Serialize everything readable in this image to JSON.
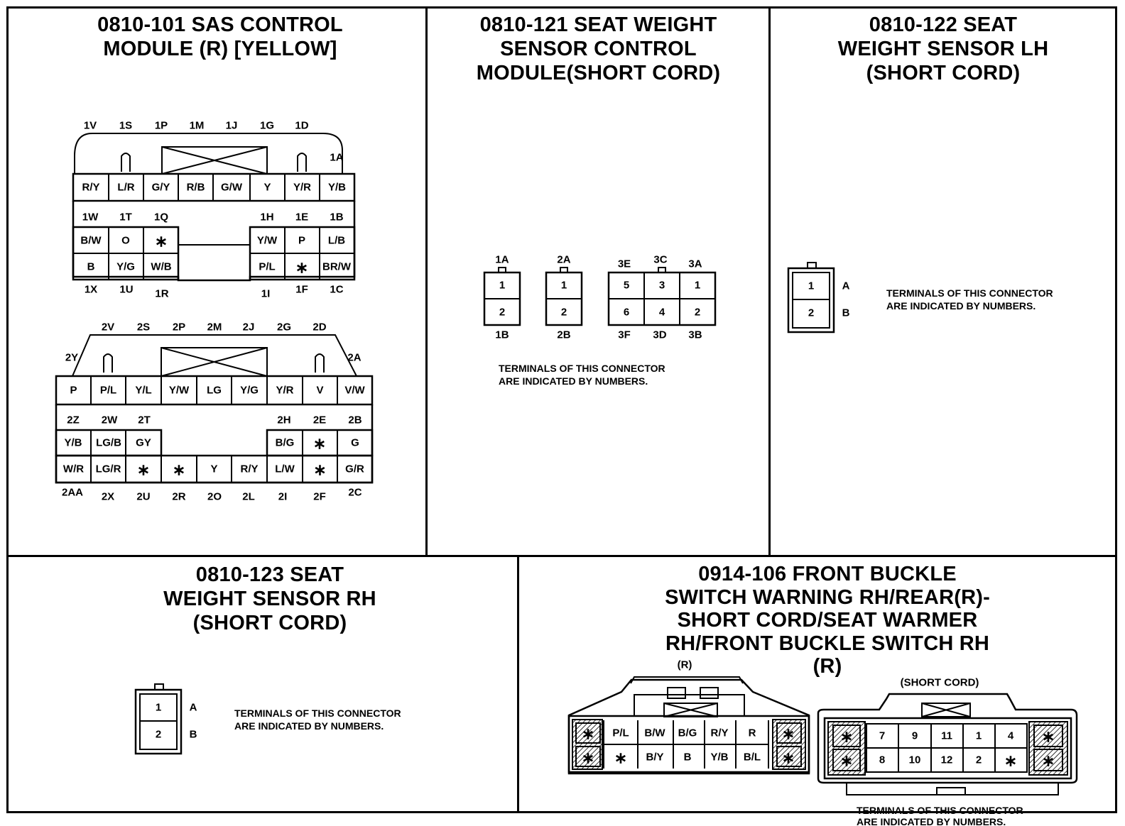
{
  "panels": {
    "p1": {
      "title": "0810-101 SAS CONTROL\nMODULE (R) [YELLOW]",
      "c1_top_pins": [
        "1V",
        "1S",
        "1P",
        "1M",
        "1J",
        "1G",
        "1D"
      ],
      "c1_pin_1A": "1A",
      "c1_row1": [
        "R/Y",
        "L/R",
        "G/Y",
        "R/B",
        "G/W",
        "Y",
        "Y/R",
        "Y/B"
      ],
      "c1_mid_left_pins": [
        "1W",
        "1T",
        "1Q"
      ],
      "c1_mid_right_pins": [
        "1H",
        "1E",
        "1B"
      ],
      "c1_row2_left": [
        "B/W",
        "O",
        "*"
      ],
      "c1_row2_right": [
        "Y/W",
        "P",
        "L/B"
      ],
      "c1_row3_left": [
        "B",
        "Y/G",
        "W/B"
      ],
      "c1_row3_right": [
        "P/L",
        "*",
        "BR/W"
      ],
      "c1_bottom_pins": [
        "1X",
        "1U",
        "1R",
        "1I",
        "1F",
        "1C"
      ],
      "c2_top_pins": [
        "2V",
        "2S",
        "2P",
        "2M",
        "2J",
        "2G",
        "2D"
      ],
      "c2_pin_2Y": "2Y",
      "c2_pin_2A": "2A",
      "c2_row1": [
        "P",
        "P/L",
        "Y/L",
        "Y/W",
        "LG",
        "Y/G",
        "Y/R",
        "V",
        "V/W"
      ],
      "c2_mid_left_pins": [
        "2Z",
        "2W",
        "2T"
      ],
      "c2_mid_right_pins": [
        "2H",
        "2E",
        "2B"
      ],
      "c2_row2_left": [
        "Y/B",
        "LG/B",
        "GY"
      ],
      "c2_row2_right": [
        "B/G",
        "*",
        "G"
      ],
      "c2_row3": [
        "W/R",
        "LG/R",
        "*",
        "*",
        "Y",
        "R/Y",
        "L/W",
        "*",
        "G/R"
      ],
      "c2_bottom_pins": [
        "2AA",
        "2X",
        "2U",
        "2R",
        "2O",
        "2L",
        "2I",
        "2F",
        "2C"
      ]
    },
    "p2": {
      "title": "0810-121 SEAT WEIGHT\nSENSOR CONTROL\nMODULE(SHORT CORD)",
      "conn1": {
        "top": "1A",
        "bottom": "1B",
        "cells": [
          "1",
          "2"
        ]
      },
      "conn2": {
        "top": "2A",
        "bottom": "2B",
        "cells": [
          "1",
          "2"
        ]
      },
      "conn3": {
        "top": [
          "3E",
          "3C",
          "3A"
        ],
        "bottom": [
          "3F",
          "3D",
          "3B"
        ],
        "cells_top": [
          "5",
          "3",
          "1"
        ],
        "cells_bottom": [
          "6",
          "4",
          "2"
        ]
      },
      "note_line1": "TERMINALS OF THIS CONNECTOR",
      "note_line2": "ARE INDICATED BY NUMBERS."
    },
    "p3": {
      "title": "0810-122 SEAT\nWEIGHT SENSOR LH\n(SHORT CORD)",
      "cells": [
        "1",
        "2"
      ],
      "side": [
        "A",
        "B"
      ],
      "note_line1": "TERMINALS OF THIS CONNECTOR",
      "note_line2": "ARE INDICATED BY NUMBERS."
    },
    "p4": {
      "title": "0810-123 SEAT\nWEIGHT SENSOR RH\n(SHORT CORD)",
      "cells": [
        "1",
        "2"
      ],
      "side": [
        "A",
        "B"
      ],
      "note_line1": "TERMINALS OF THIS CONNECTOR",
      "note_line2": "ARE INDICATED BY NUMBERS."
    },
    "p5": {
      "title": "0914-106 FRONT BUCKLE\nSWITCH WARNING RH/REAR(R)-\nSHORT CORD/SEAT WARMER\nRH/FRONT BUCKLE SWITCH RH\n(R)",
      "left_label": "(R)",
      "left_row1": [
        "*",
        "P/L",
        "B/W",
        "B/G",
        "R/Y",
        "R",
        "*"
      ],
      "left_row2": [
        "*",
        "*",
        "B/Y",
        "B",
        "Y/B",
        "B/L",
        "*"
      ],
      "right_label": "(SHORT CORD)",
      "right_row1": [
        "*",
        "7",
        "9",
        "11",
        "1",
        "4",
        "*"
      ],
      "right_row2": [
        "*",
        "8",
        "10",
        "12",
        "2",
        "*",
        "*"
      ],
      "note_line1": "TERMINALS OF THIS CONNECTOR",
      "note_line2": "ARE INDICATED BY NUMBERS."
    }
  }
}
